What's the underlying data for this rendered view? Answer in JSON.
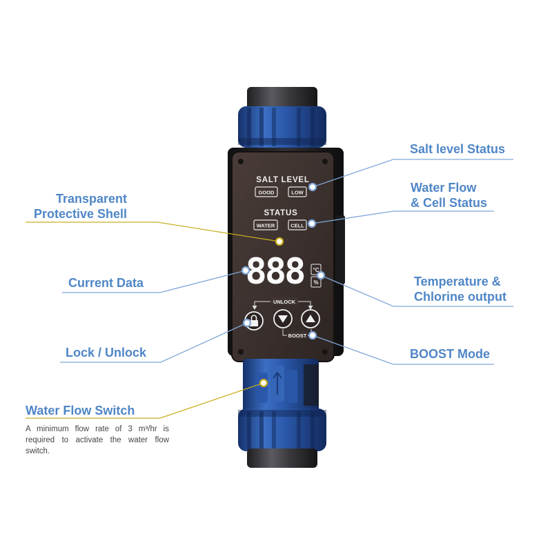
{
  "callouts": {
    "transparent_shell": [
      "Transparent",
      "Protective Shell"
    ],
    "current_data": "Current Data",
    "lock_unlock": "Lock / Unlock",
    "water_flow_switch": "Water Flow Switch",
    "salt_level_status": "Salt level Status",
    "water_flow_cell_status": [
      "Water Flow",
      "& Cell Status"
    ],
    "temperature_chlorine": [
      "Temperature &",
      "Chlorine output"
    ],
    "boost_mode": "BOOST Mode"
  },
  "water_flow_note": "A minimum flow rate of 3 m³/hr is required to activate the water flow switch.",
  "panel": {
    "salt_level_title": "SALT LEVEL",
    "good_label": "GOOD",
    "low_label": "LOW",
    "status_title": "STATUS",
    "water_label": "WATER",
    "cell_label": "CELL",
    "display_digits": "888",
    "celsius_unit": "°C",
    "percent_unit": "%",
    "unlock_label": "UNLOCK",
    "boost_label": "BOOST"
  },
  "colors": {
    "label_blue": "#4f86c6",
    "leader_line_blue": "#7fa6d6",
    "leader_line_yellow": "#c9ad1e",
    "pipe_blue": "#2d59a8",
    "panel_dark": "#3a2f2c",
    "dot_fill": "#ffffff"
  },
  "icons": {
    "lock_button": "padlock-icon",
    "down_button": "triangle-down-icon",
    "up_button": "triangle-up-icon"
  }
}
